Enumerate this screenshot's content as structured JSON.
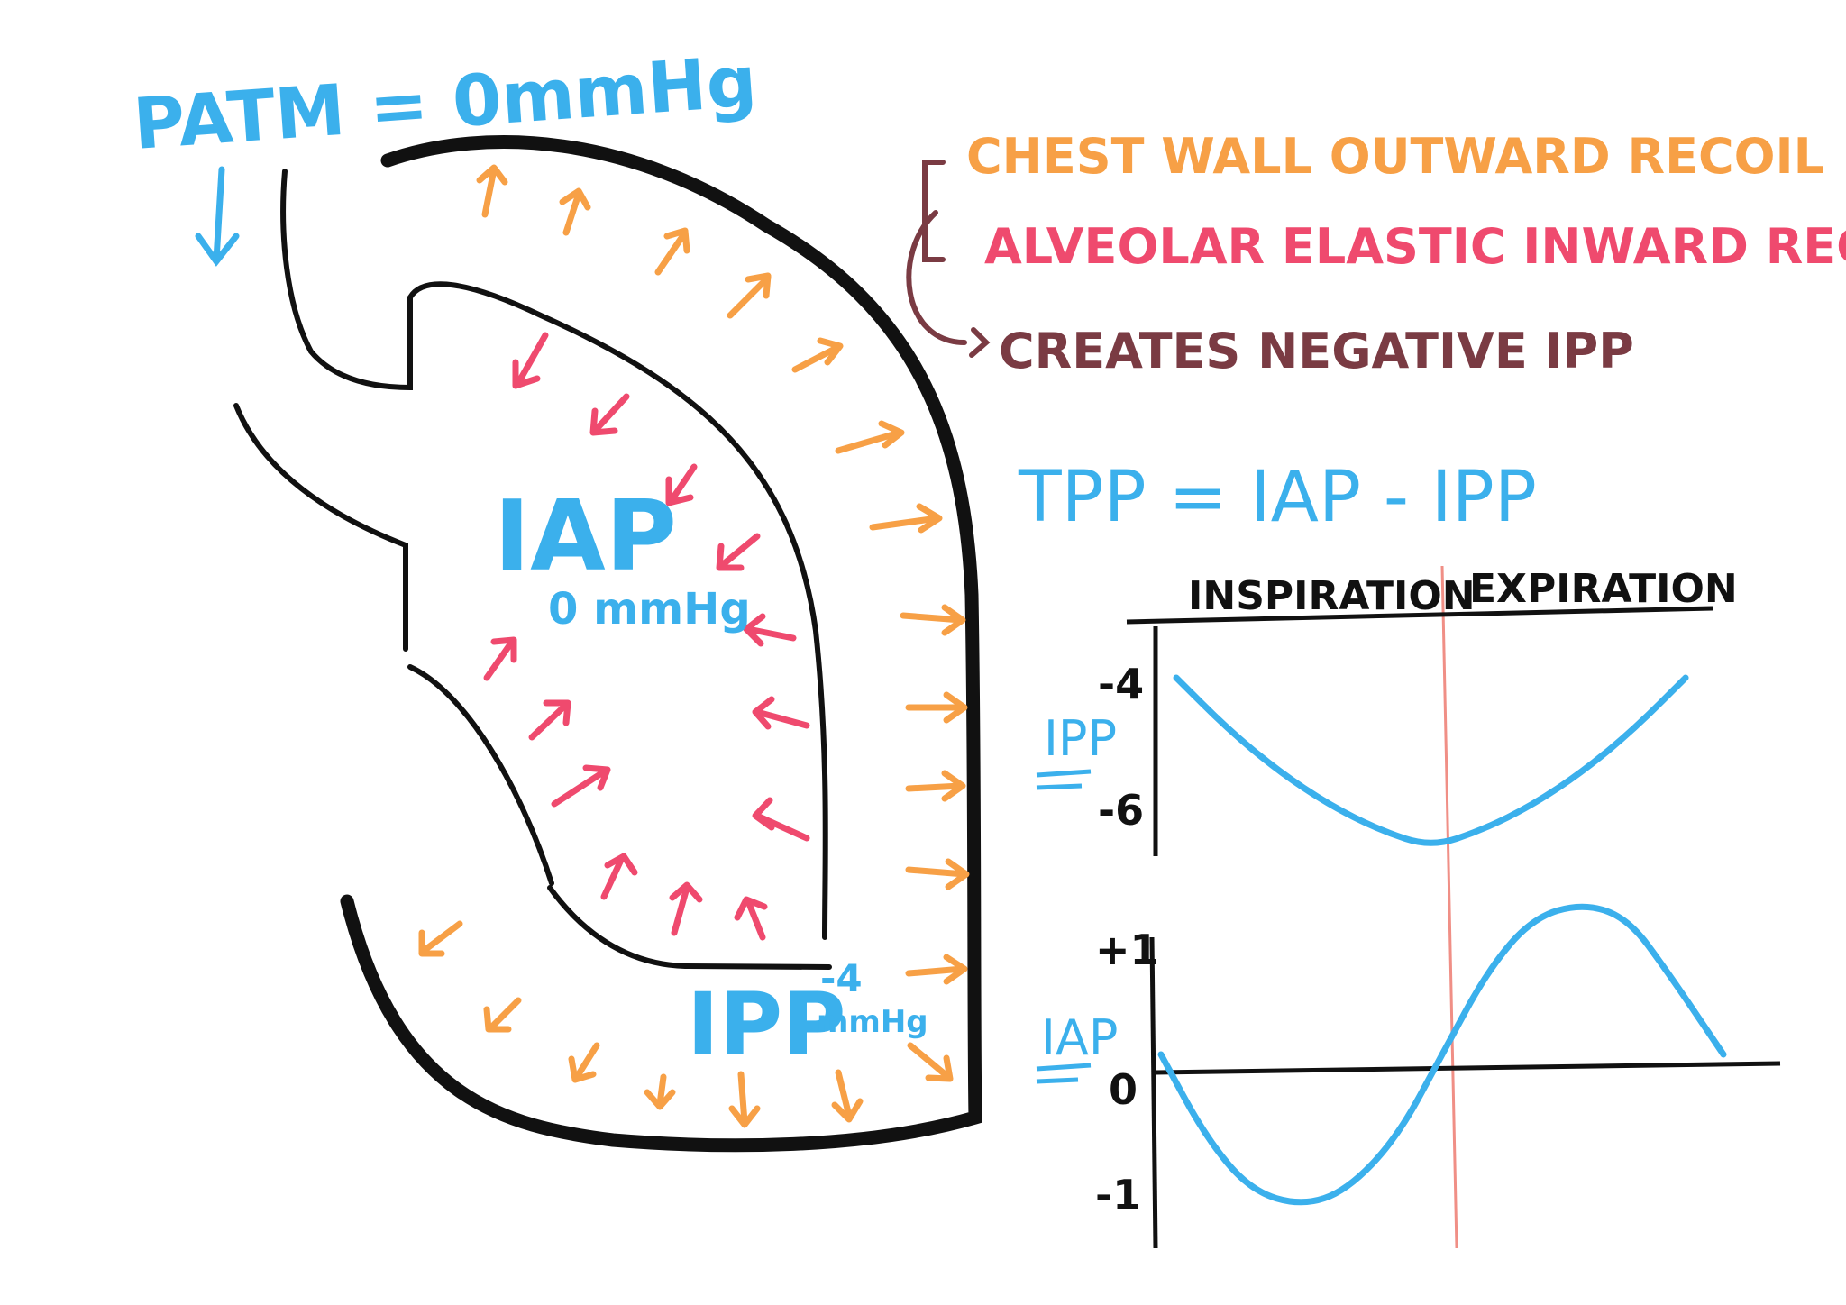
{
  "labels": {
    "patm": "PATM = 0mmHg",
    "iap_big": "IAP",
    "iap_value": "0 mmHg",
    "ipp_big": "IPP",
    "ipp_value": "-4",
    "ipp_unit": "mmHg"
  },
  "legend": {
    "chest_wall": "CHEST WALL OUTWARD RECOIL",
    "alveolar": "ALVEOLAR ELASTIC INWARD RECOIL",
    "creates": "CREATES NEGATIVE IPP"
  },
  "equation": "TPP = IAP - IPP",
  "colors": {
    "blue": "#3bb0ec",
    "orange": "#f7a046",
    "pink": "#ef4a6e",
    "maroon": "#7a3b43",
    "black": "#111111",
    "divider": "#f08f86"
  },
  "chart_data": [
    {
      "type": "line",
      "header_left": "INSPIRATION",
      "header_right": "EXPIRATION",
      "ylabel": "IPP",
      "ytick_labels": [
        "-4",
        "-6"
      ],
      "series": [
        {
          "x": [
            0,
            0.1,
            0.2,
            0.3,
            0.4,
            0.5,
            0.6,
            0.7,
            0.8,
            0.9,
            1.0
          ],
          "y": [
            -4.0,
            -4.6,
            -5.1,
            -5.5,
            -5.8,
            -6.0,
            -5.8,
            -5.5,
            -5.1,
            -4.6,
            -4.0
          ]
        }
      ]
    },
    {
      "type": "line",
      "ylabel": "IAP",
      "ytick_labels": [
        "+1",
        "0",
        "-1"
      ],
      "series": [
        {
          "x": [
            0,
            0.08,
            0.16,
            0.25,
            0.33,
            0.42,
            0.5,
            0.58,
            0.66,
            0.75,
            0.83,
            0.9,
            1.0
          ],
          "y": [
            0,
            -0.55,
            -0.9,
            -1.0,
            -0.9,
            -0.55,
            0,
            0.55,
            0.9,
            1.0,
            0.9,
            0.55,
            0
          ]
        }
      ]
    }
  ]
}
